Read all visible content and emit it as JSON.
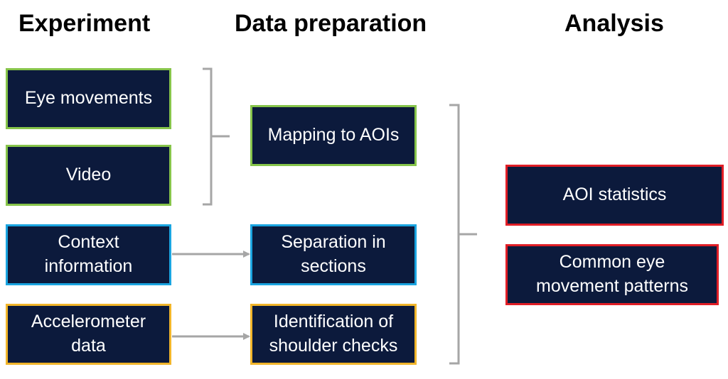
{
  "headings": {
    "experiment": "Experiment",
    "preparation": "Data preparation",
    "analysis": "Analysis"
  },
  "colors": {
    "box_fill": "#0c1a3c",
    "green": "#86c44a",
    "blue": "#1aa4e0",
    "yellow": "#f1b52a",
    "red": "#e01e26",
    "connector": "#a6a6a6"
  },
  "experiment": {
    "eye_movements": "Eye movements",
    "video": "Video",
    "context": "Context\ninformation",
    "accelerometer": "Accelerometer\ndata"
  },
  "preparation": {
    "mapping": "Mapping to AOIs",
    "separation": "Separation in\nsections",
    "identification": "Identification of\nshoulder checks"
  },
  "analysis": {
    "aoi_statistics": "AOI statistics",
    "patterns": "Common eye\nmovement patterns"
  }
}
